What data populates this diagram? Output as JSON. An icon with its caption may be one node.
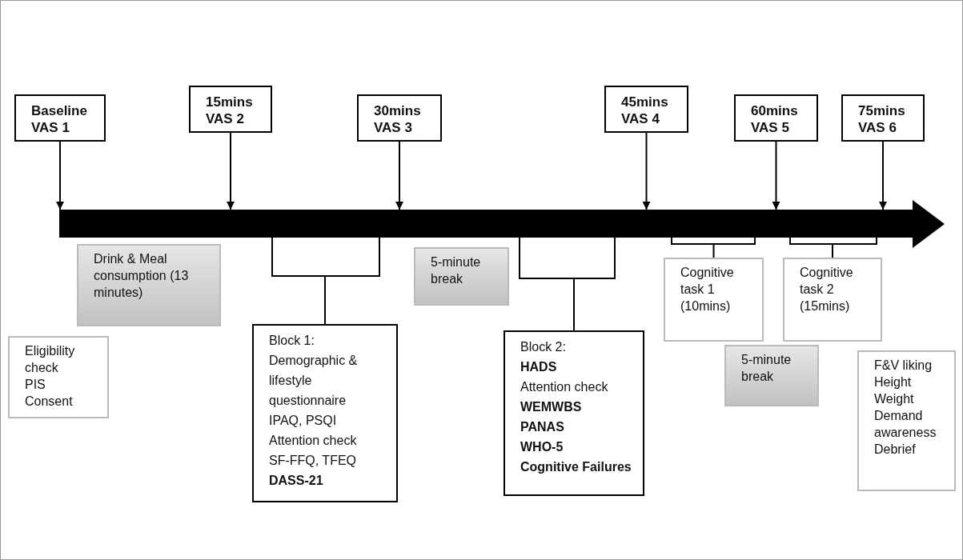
{
  "diagram": {
    "nodes": [
      {
        "text": [
          "Baseline",
          "VAS 1"
        ]
      },
      {
        "text": [
          "15mins",
          "VAS 2"
        ]
      },
      {
        "text": [
          "30mins",
          "VAS 3"
        ]
      },
      {
        "text": [
          "45mins",
          "VAS 4"
        ]
      },
      {
        "text": [
          "60mins",
          "VAS 5"
        ]
      },
      {
        "text": [
          "75mins",
          "VAS 6"
        ]
      },
      {
        "text": [],
        "shape": "bar"
      },
      {
        "text": [
          "Drink & Meal consumption (13 minutes)"
        ]
      },
      {
        "text": [
          "Block 1:",
          "Demographic & lifestyle questionnaire",
          "IPAQ, PSQI",
          "Attention check",
          "SF-FFQ, TFEQ",
          "DASS-21"
        ]
      },
      {
        "text": [
          "5-minute break"
        ]
      },
      {
        "text": [
          "Block 2:",
          "HADS",
          "Attention check",
          "WEMWBS",
          "PANAS",
          "WHO-5",
          "Cognitive Failures"
        ]
      },
      {
        "text": [
          "Cognitive task 1 (10mins)"
        ]
      },
      {
        "text": [
          "Cognitive task 2 (15mins)"
        ]
      },
      {
        "text": [
          "5-minute break"
        ]
      },
      {
        "text": [
          "Eligibility check",
          "PIS",
          "Consent"
        ]
      },
      {
        "text": [
          "F&V liking",
          "Height",
          "Weight",
          "Demand awareness",
          "Debrief"
        ]
      }
    ],
    "edges": [
      {
        "from": 0,
        "to": 6,
        "arrow": "to"
      },
      {
        "from": 1,
        "to": 6,
        "arrow": "to"
      },
      {
        "from": 2,
        "to": 6,
        "arrow": "to"
      },
      {
        "from": 3,
        "to": 6,
        "arrow": "to"
      },
      {
        "from": 4,
        "to": 6,
        "arrow": "to"
      },
      {
        "from": 5,
        "to": 6,
        "arrow": "to"
      },
      {
        "from": 6,
        "to": 8,
        "arrow": "none"
      },
      {
        "from": 6,
        "to": 10,
        "arrow": "none"
      },
      {
        "from": 6,
        "to": 11,
        "arrow": "none"
      },
      {
        "from": 6,
        "to": 12,
        "arrow": "none"
      }
    ]
  }
}
